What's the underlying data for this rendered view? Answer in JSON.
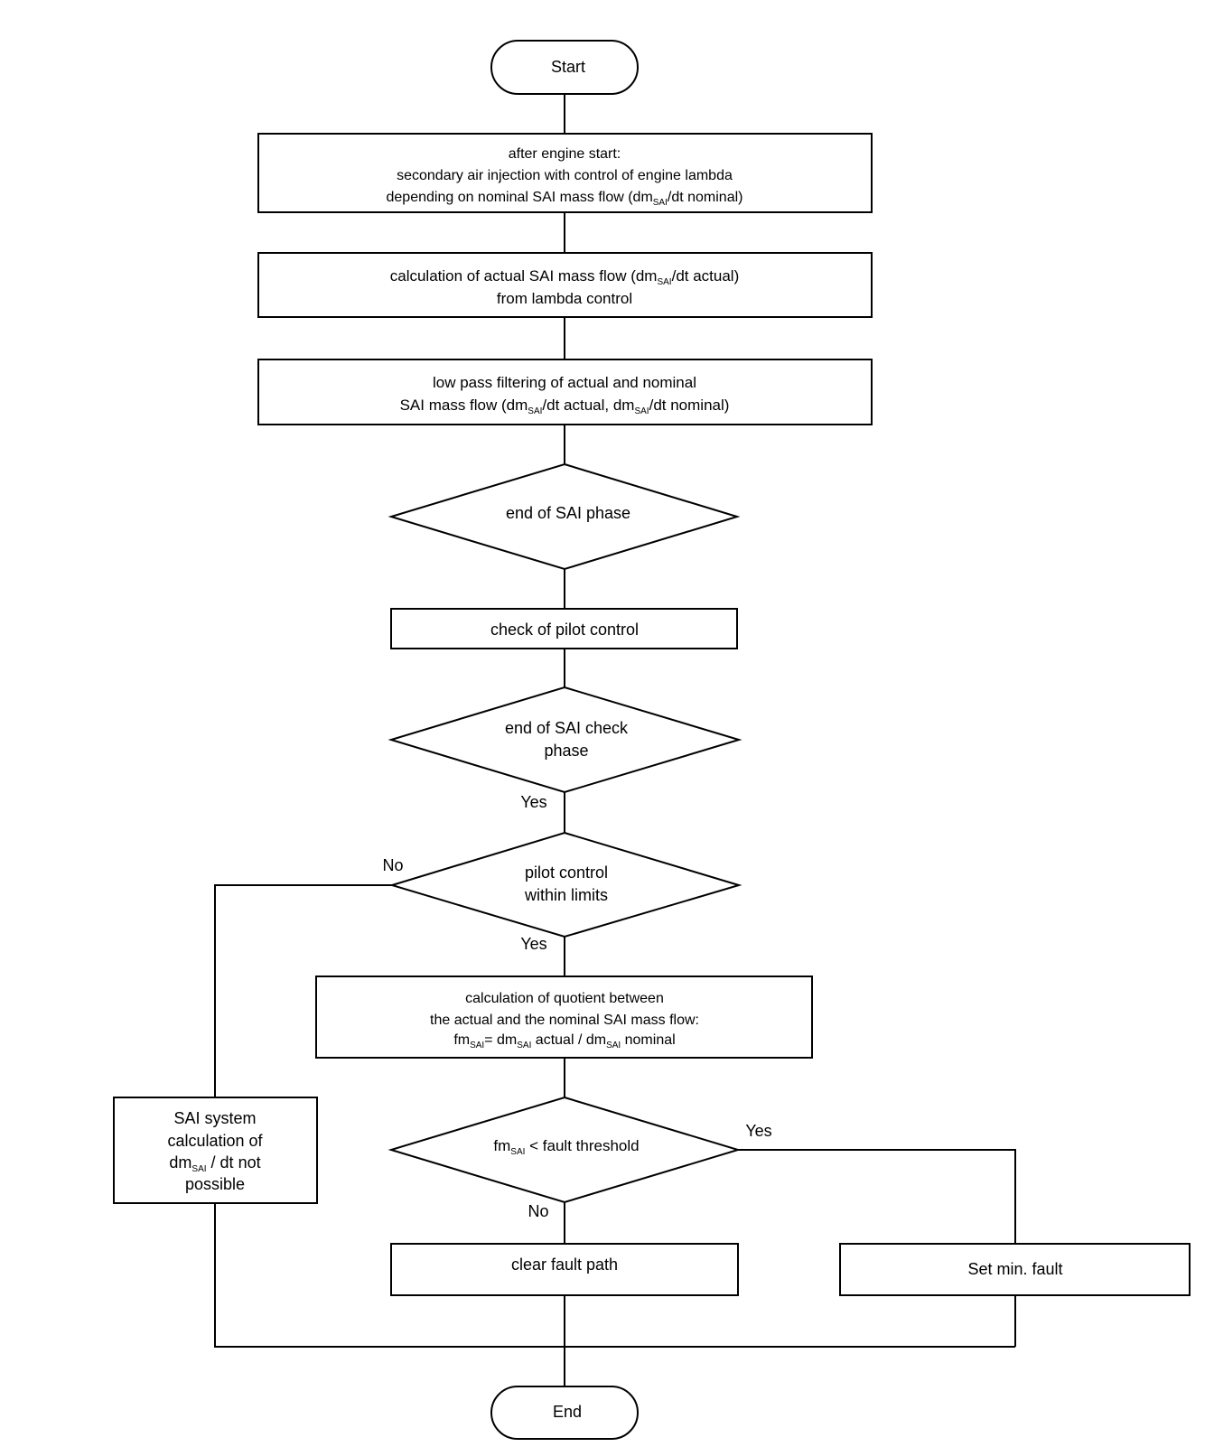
{
  "nodes": {
    "start": {
      "text": "Start"
    },
    "after_engine_start": {
      "line1": "after engine start:",
      "line2": "secondary air injection with control of engine lambda",
      "line3_a": "depending on nominal SAI mass flow (dm",
      "line3_sub": "SAI",
      "line3_b": "/dt nominal)"
    },
    "calc_actual": {
      "line1_a": "calculation of actual SAI mass flow (dm",
      "line1_sub": "SAI",
      "line1_b": "/dt actual)",
      "line2": "from lambda control"
    },
    "low_pass": {
      "line1": "low pass filtering of actual and nominal",
      "line2_a": "SAI mass flow (dm",
      "line2_sub1": "SAI",
      "line2_b": "/dt actual, dm",
      "line2_sub2": "SAI",
      "line2_c": "/dt nominal)"
    },
    "end_sai_phase": {
      "text": "end of SAI phase"
    },
    "check_pilot": {
      "text": "check of pilot control"
    },
    "end_sai_check": {
      "line1": "end of SAI check",
      "line2": "phase"
    },
    "pilot_within": {
      "line1": "pilot control",
      "line2": "within limits"
    },
    "calc_quotient": {
      "line1": "calculation of quotient between",
      "line2": "the actual and the nominal SAI mass flow:",
      "line3_a": "fm",
      "line3_sub1": "SAI",
      "line3_b": "= dm",
      "line3_sub2": "SAI",
      "line3_c": " actual / dm",
      "line3_sub3": "SAI",
      "line3_d": " nominal"
    },
    "fault_threshold": {
      "a": "fm",
      "sub": "SAI",
      "b": " < fault threshold"
    },
    "sai_system": {
      "line1": "SAI system",
      "line2": "calculation of",
      "line3_a": "dm",
      "line3_sub": "SAI",
      "line3_b": " / dt not",
      "line4": "possible"
    },
    "clear_fault": {
      "text": "clear fault path"
    },
    "set_min_fault": {
      "text": "Set min. fault"
    },
    "end": {
      "text": "End"
    }
  },
  "edge_labels": {
    "check_yes": "Yes",
    "pilot_no": "No",
    "pilot_yes": "Yes",
    "threshold_yes": "Yes",
    "threshold_no": "No"
  }
}
